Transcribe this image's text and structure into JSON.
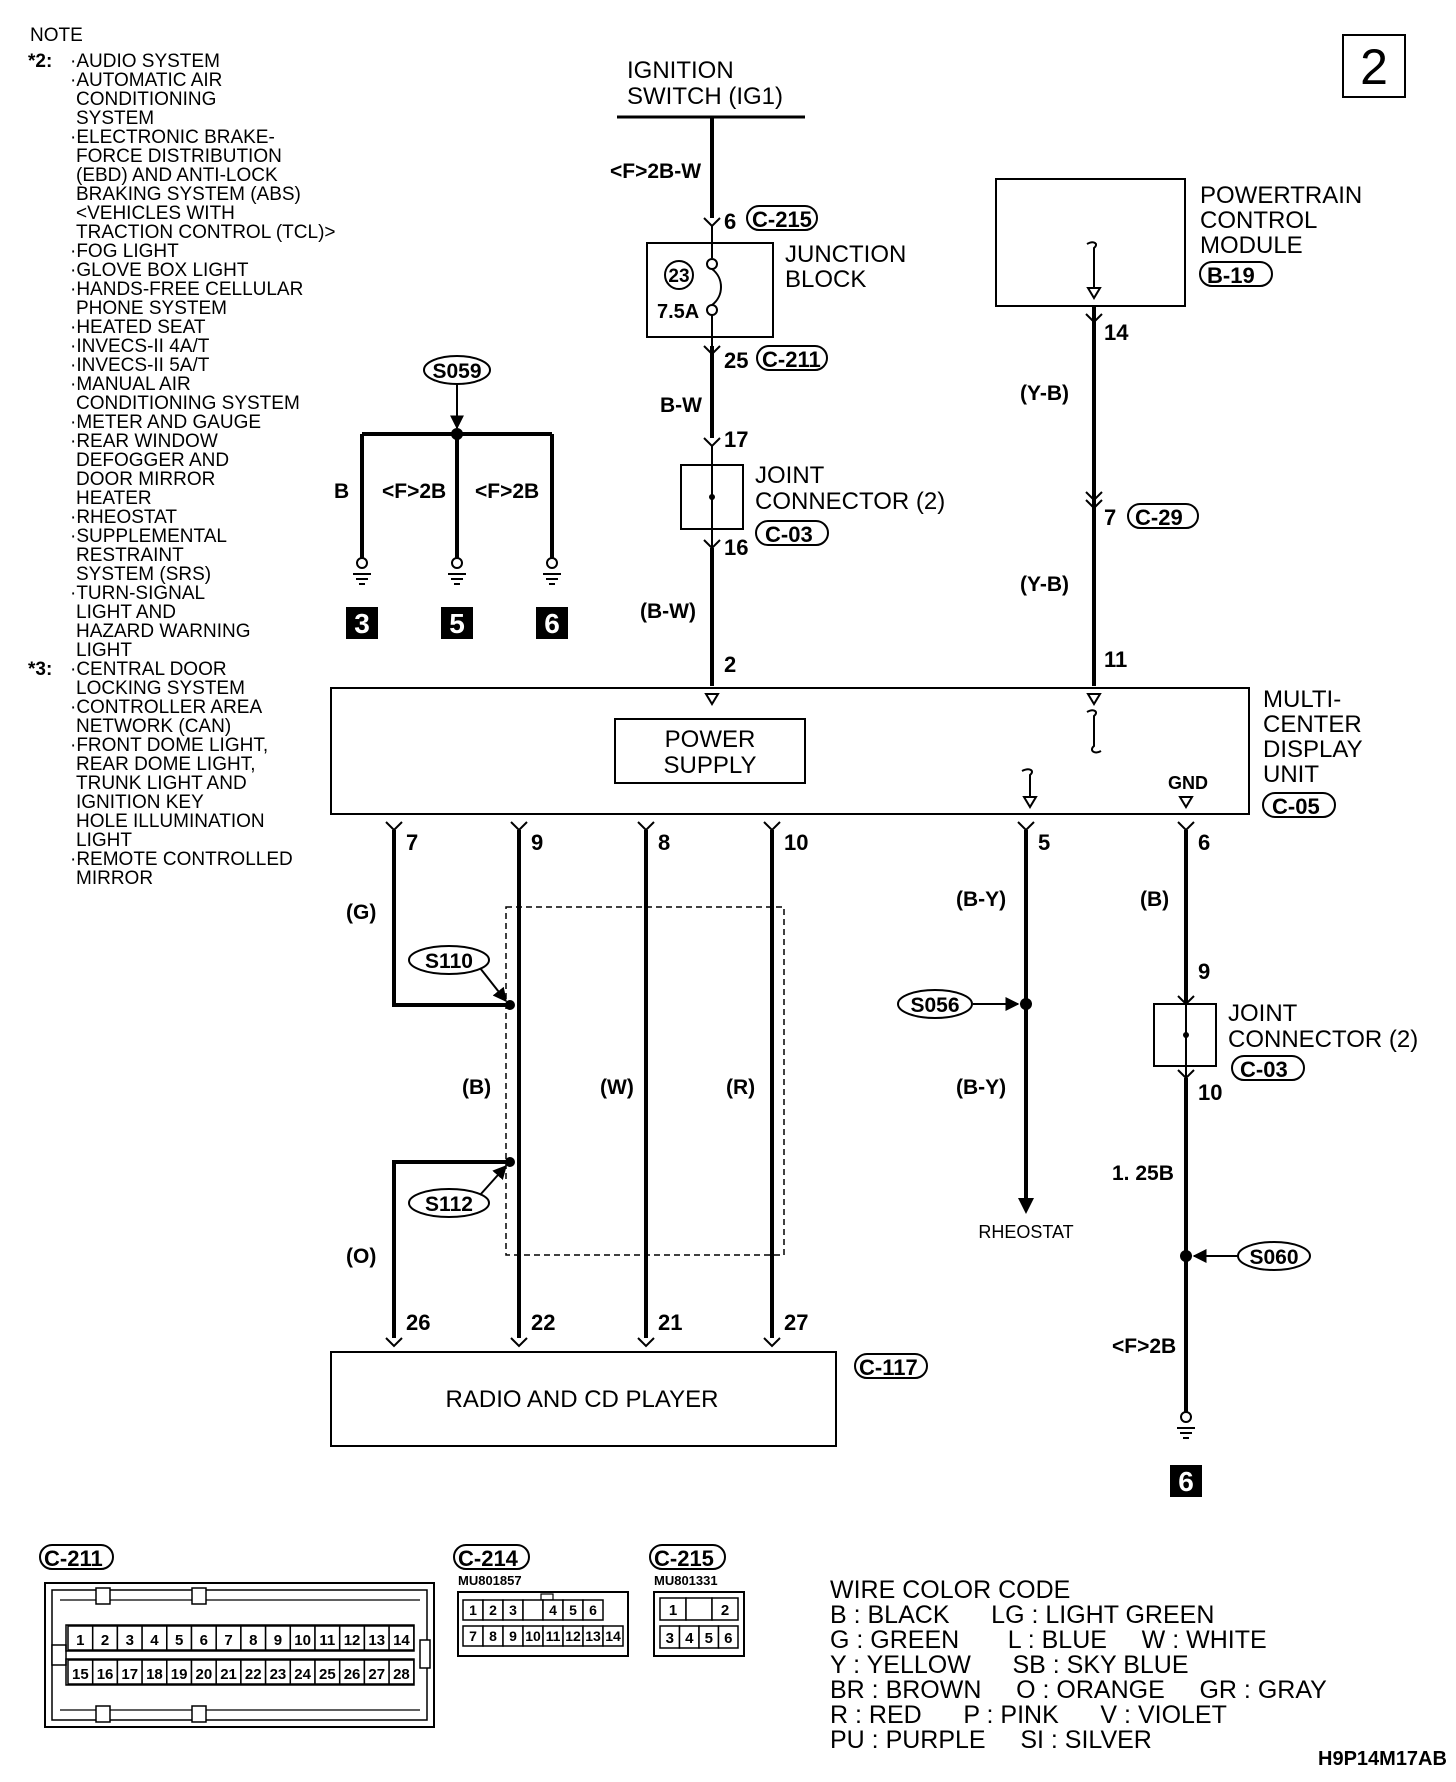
{
  "page_number": "2",
  "note": {
    "title": "NOTE",
    "groups": [
      {
        "mark": "*2:",
        "items": [
          "·AUDIO SYSTEM",
          "·AUTOMATIC AIR",
          "CONDITIONING",
          "SYSTEM",
          "·ELECTRONIC BRAKE-",
          "FORCE DISTRIBUTION",
          "(EBD) AND ANTI-LOCK",
          "BRAKING SYSTEM (ABS)",
          "<VEHICLES WITH",
          "TRACTION CONTROL (TCL)>",
          "·FOG LIGHT",
          "·GLOVE BOX LIGHT",
          "·HANDS-FREE CELLULAR",
          "PHONE SYSTEM",
          "·HEATED SEAT",
          "·INVECS-II 4A/T",
          "·INVECS-II 5A/T",
          "·MANUAL AIR",
          "CONDITIONING SYSTEM",
          "·METER AND GAUGE",
          "·REAR WINDOW",
          "DEFOGGER AND",
          "DOOR MIRROR",
          "HEATER",
          "·RHEOSTAT",
          "·SUPPLEMENTAL",
          "RESTRAINT",
          "SYSTEM (SRS)",
          "·TURN-SIGNAL",
          "LIGHT AND",
          "HAZARD WARNING",
          "LIGHT"
        ]
      },
      {
        "mark": "*3:",
        "items": [
          "·CENTRAL DOOR",
          "LOCKING SYSTEM",
          "·CONTROLLER AREA",
          "NETWORK (CAN)",
          "·FRONT DOME LIGHT,",
          "REAR DOME LIGHT,",
          "TRUNK LIGHT AND",
          "IGNITION KEY",
          "HOLE ILLUMINATION",
          "LIGHT",
          "·REMOTE CONTROLLED",
          "MIRROR"
        ]
      }
    ]
  },
  "components": {
    "ignition": [
      "IGNITION",
      "SWITCH (IG1)"
    ],
    "junction_block": [
      "JUNCTION",
      "BLOCK"
    ],
    "fuse_number": "23",
    "fuse_rating": "7.5A",
    "joint_connector": [
      "JOINT",
      "CONNECTOR (2)"
    ],
    "pcm": [
      "POWERTRAIN",
      "CONTROL",
      "MODULE"
    ],
    "mcdu": [
      "MULTI-",
      "CENTER",
      "DISPLAY",
      "UNIT"
    ],
    "power_supply": [
      "POWER",
      "SUPPLY"
    ],
    "gnd": "GND",
    "radio": "RADIO AND CD PLAYER",
    "rheostat": "RHEOSTAT"
  },
  "connectors": {
    "c215": "C-215",
    "c211": "C-211",
    "c03": "C-03",
    "b19": "B-19",
    "c29": "C-29",
    "c05": "C-05",
    "c117": "C-117",
    "c214": "C-214"
  },
  "splices": {
    "s059": "S059",
    "s110": "S110",
    "s112": "S112",
    "s056": "S056",
    "s060": "S060"
  },
  "wires": {
    "w_f2bw": "<F>2B-W",
    "w_bw": "B-W",
    "w_bw_p": "(B-W)",
    "w_yb": "(Y-B)",
    "w_b": "B",
    "w_f2b": "<F>2B",
    "w_g": "(G)",
    "w_bp": "(B)",
    "w_wp": "(W)",
    "w_rp": "(R)",
    "w_op": "(O)",
    "w_byp": "(B-Y)",
    "w_125b": "1. 25B"
  },
  "pins": {
    "p6": "6",
    "p25": "25",
    "p17": "17",
    "p16": "16",
    "p2": "2",
    "p14": "14",
    "p7": "7",
    "p11": "11",
    "p9": "9",
    "p8": "8",
    "p10": "10",
    "p5": "5",
    "p26": "26",
    "p22": "22",
    "p21": "21",
    "p27": "27"
  },
  "grounds": [
    "3",
    "5",
    "6",
    "6"
  ],
  "connector_faces": {
    "c211_top": [
      "1",
      "2",
      "3",
      "4",
      "5",
      "6",
      "7",
      "8",
      "9",
      "10",
      "11",
      "12",
      "13",
      "14"
    ],
    "c211_bottom": [
      "15",
      "16",
      "17",
      "18",
      "19",
      "20",
      "21",
      "22",
      "23",
      "24",
      "25",
      "26",
      "27",
      "28"
    ],
    "c214_part": "MU801857",
    "c214_top": [
      "1",
      "2",
      "3",
      "",
      "4",
      "5",
      "6"
    ],
    "c214_bottom": [
      "7",
      "8",
      "9",
      "10",
      "11",
      "12",
      "13",
      "14"
    ],
    "c215_part": "MU801331",
    "c215_top": [
      "1",
      "",
      "2"
    ],
    "c215_bottom": [
      "3",
      "4",
      "5",
      "6"
    ]
  },
  "wire_color_code": {
    "title": "WIRE COLOR CODE",
    "rows": [
      "B : BLACK      LG : LIGHT GREEN",
      "G : GREEN       L : BLUE     W : WHITE",
      "Y : YELLOW      SB : SKY BLUE",
      "BR : BROWN     O : ORANGE     GR : GRAY",
      "R : RED      P : PINK      V : VIOLET",
      "PU : PURPLE     SI : SILVER"
    ]
  },
  "figure_code": "H9P14M17AB"
}
